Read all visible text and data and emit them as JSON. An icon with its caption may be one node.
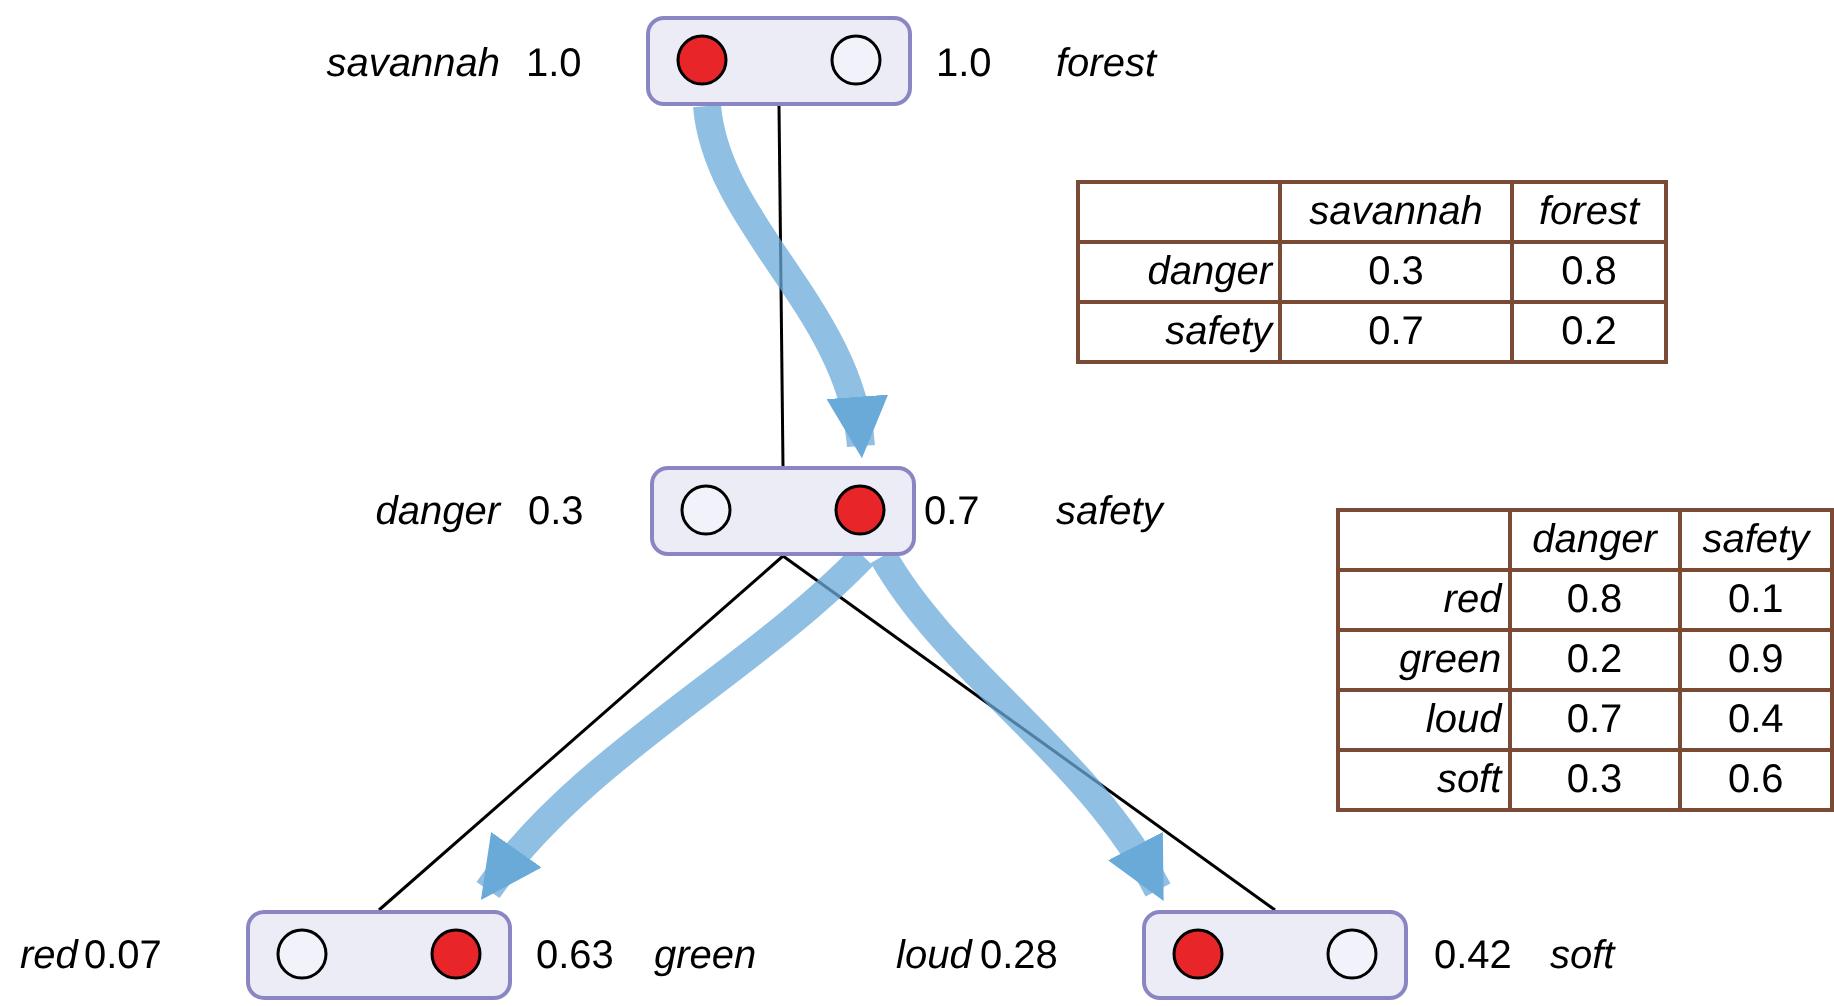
{
  "diagram": {
    "nodes": [
      {
        "text": [],
        "shape": "box",
        "beside": [
          "savannah",
          "1.0",
          "1.0",
          "forest"
        ]
      },
      {
        "text": [],
        "shape": "box",
        "beside": [
          "danger",
          "0.3",
          "0.7",
          "safety"
        ]
      },
      {
        "text": [],
        "shape": "box",
        "beside": [
          "red",
          "0.07",
          "0.63",
          "green"
        ]
      },
      {
        "text": [],
        "shape": "box",
        "beside": [
          "loud",
          "0.28",
          "0.42",
          "soft"
        ]
      }
    ],
    "edges": [
      {
        "from": 0,
        "to": 1,
        "arrow": "none"
      },
      {
        "from": 1,
        "to": 2,
        "arrow": "none"
      },
      {
        "from": 1,
        "to": 3,
        "arrow": "none"
      },
      {
        "from": 0,
        "to": 1,
        "arrow": "to",
        "style": "thick",
        "color": "#6aaad8"
      },
      {
        "from": 1,
        "to": 2,
        "arrow": "to",
        "style": "thick",
        "color": "#6aaad8"
      },
      {
        "from": 1,
        "to": 3,
        "arrow": "to",
        "style": "thick",
        "color": "#6aaad8"
      }
    ],
    "labels": [
      "savannah",
      "forest",
      "danger",
      "0.3",
      "0.8",
      "safety",
      "0.7",
      "0.2",
      "danger",
      "safety",
      "red",
      "0.8",
      "0.1",
      "green",
      "0.2",
      "0.9",
      "loud",
      "0.7",
      "0.4",
      "soft",
      "0.3",
      "0.6"
    ]
  }
}
